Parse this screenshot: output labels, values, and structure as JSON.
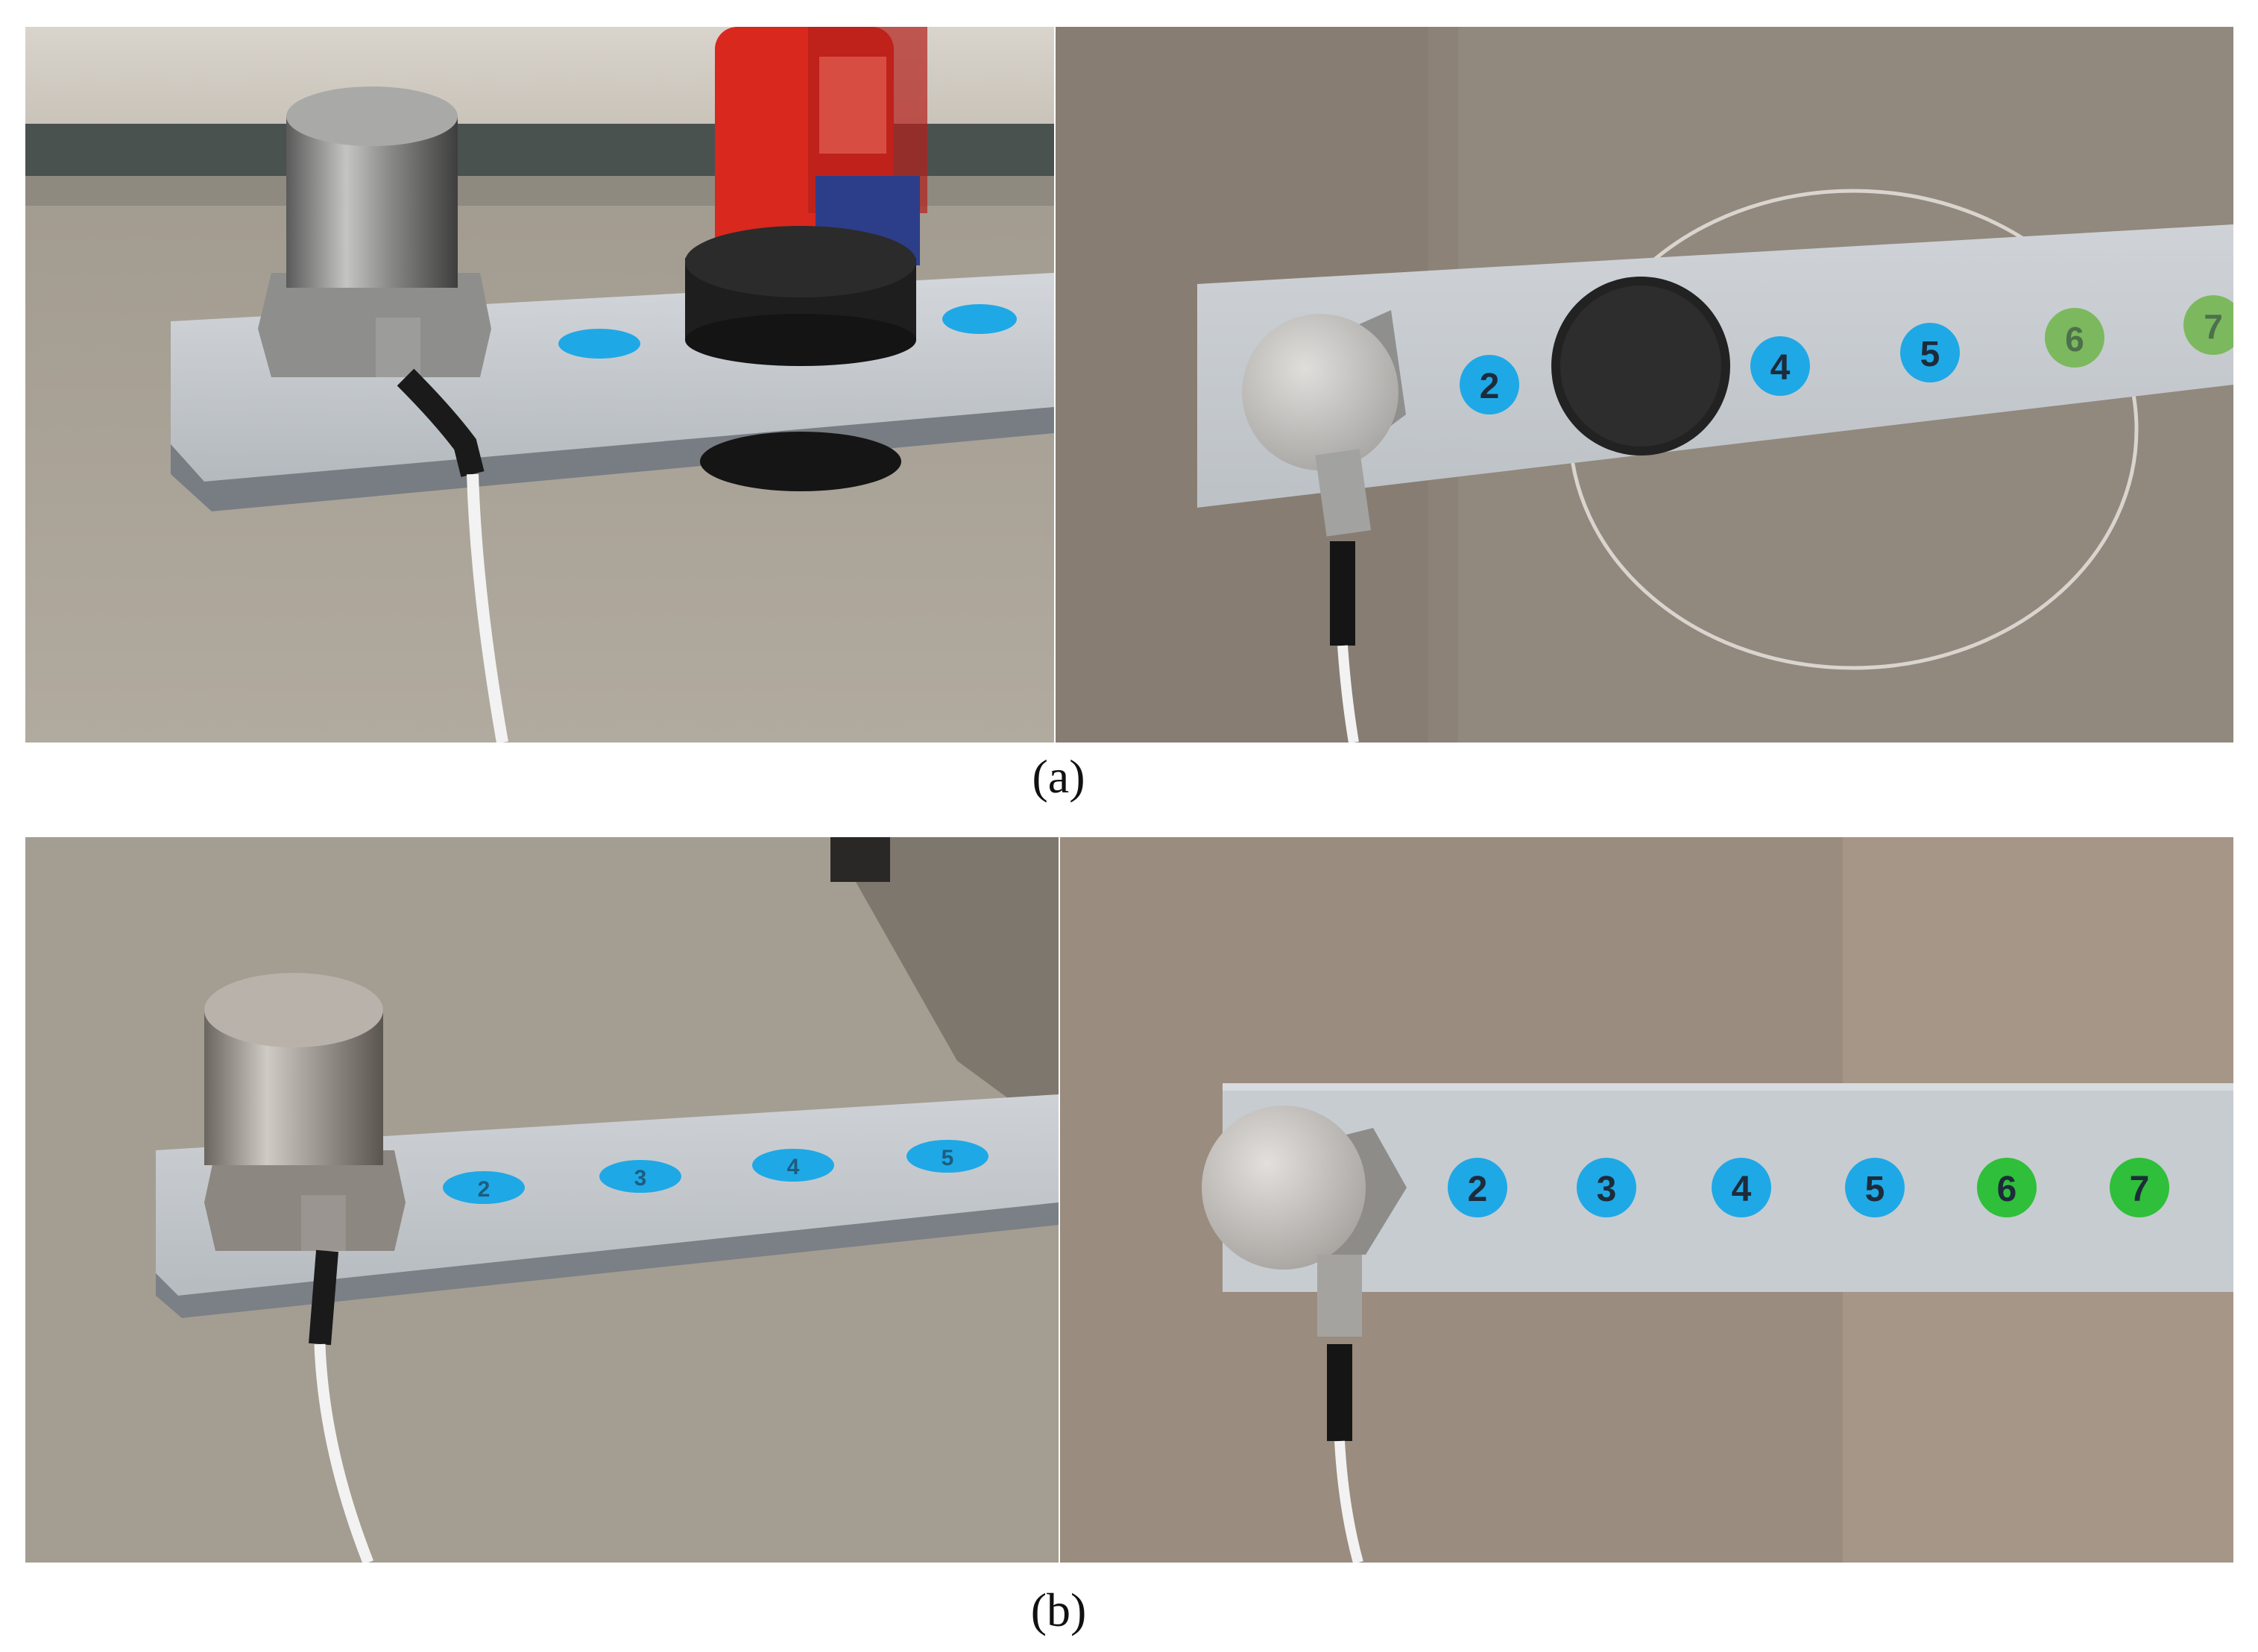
{
  "captions": {
    "a": "(a)",
    "b": "(b)"
  },
  "markers": {
    "a_right": [
      "2",
      "4",
      "5",
      "6",
      "7"
    ],
    "b_left": [
      "2",
      "3",
      "4",
      "5"
    ],
    "b_right": [
      "2",
      "3",
      "4",
      "5",
      "6",
      "7"
    ]
  },
  "colors": {
    "blue_marker": "#1fa8e6",
    "green_marker": "#2fbf3a",
    "aluminium": "#c9ced3",
    "carpet": "#8d8378",
    "floor": "#a39c91"
  }
}
